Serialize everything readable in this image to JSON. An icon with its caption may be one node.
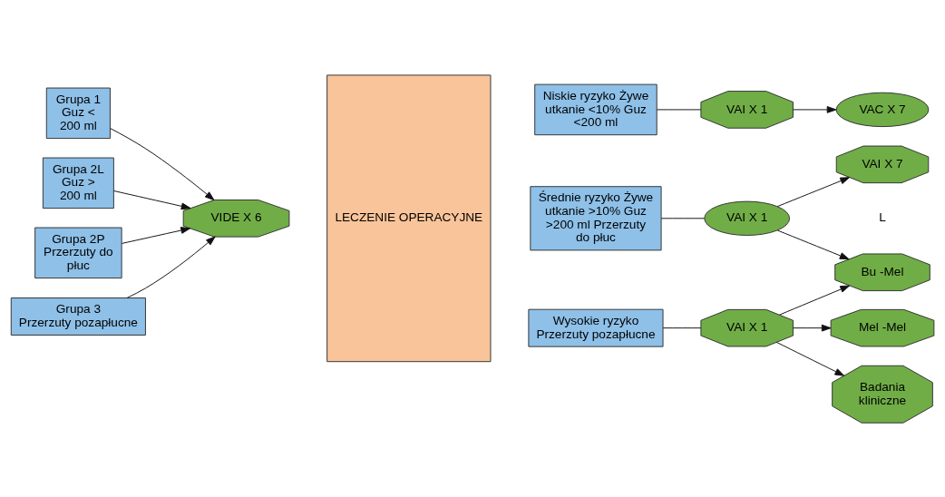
{
  "diagram": {
    "nodes": [
      {
        "text": [
          "Grupa 1 Guz < 200 ml"
        ]
      },
      {
        "text": [
          "Grupa 2L Guz > 200 ml"
        ]
      },
      {
        "text": [
          "Grupa 2P Przerzuty do płuc"
        ]
      },
      {
        "text": [
          "Grupa 3 Przerzuty pozapłucne"
        ]
      },
      {
        "text": [
          "VIDE X 6"
        ]
      },
      {
        "text": [
          "LECZENIE OPERACYJNE"
        ]
      },
      {
        "text": [
          "Niskie ryzyko Żywe utkanie <10% Guz <200 ml"
        ]
      },
      {
        "text": [
          "Średnie ryzyko Żywe utkanie >10% Guz >200 ml Przerzuty do płuc"
        ]
      },
      {
        "text": [
          "Wysokie ryzyko Przerzuty pozapłucne"
        ]
      },
      {
        "text": [
          "VAI X 1"
        ]
      },
      {
        "text": [
          "VAC X 7"
        ]
      },
      {
        "text": [
          "VAI X 7"
        ]
      },
      {
        "text": [
          "VAI X 1"
        ]
      },
      {
        "text": [
          "Bu -Mel"
        ]
      },
      {
        "text": [
          "VAI X 1"
        ]
      },
      {
        "text": [
          "Mel -Mel"
        ]
      },
      {
        "text": [
          "Badania kliniczne"
        ]
      }
    ],
    "edges": [
      {
        "from": 0,
        "to": 4,
        "arrow": "to"
      },
      {
        "from": 1,
        "to": 4,
        "arrow": "to"
      },
      {
        "from": 2,
        "to": 4,
        "arrow": "to"
      },
      {
        "from": 3,
        "to": 4,
        "arrow": "to"
      },
      {
        "from": 6,
        "to": 9,
        "arrow": "none"
      },
      {
        "from": 9,
        "to": 10,
        "arrow": "to"
      },
      {
        "from": 7,
        "to": 12,
        "arrow": "none"
      },
      {
        "from": 12,
        "to": 11,
        "arrow": "to"
      },
      {
        "from": 12,
        "to": 13,
        "arrow": "to"
      },
      {
        "from": 8,
        "to": 14,
        "arrow": "none"
      },
      {
        "from": 14,
        "to": 13,
        "arrow": "to"
      },
      {
        "from": 14,
        "to": 15,
        "arrow": "to"
      },
      {
        "from": 14,
        "to": 16,
        "arrow": "to"
      }
    ],
    "labels": [
      "L"
    ]
  }
}
